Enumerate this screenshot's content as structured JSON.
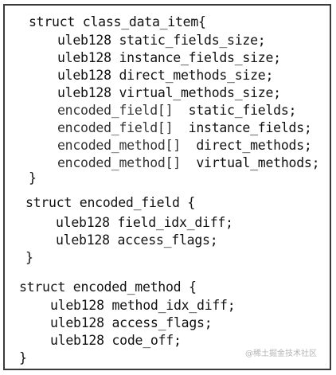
{
  "blocks": [
    {
      "header": "struct class_data_item{",
      "members": [
        {
          "type": "uleb128",
          "name": "static_fields_size;"
        },
        {
          "type": "uleb128",
          "name": "instance_fields_size;"
        },
        {
          "type": "uleb128",
          "name": "direct_methods_size;"
        },
        {
          "type": "uleb128",
          "name": "virtual_methods_size;"
        },
        {
          "type": "encoded_field[]",
          "name": "static_fields;"
        },
        {
          "type": "encoded_field[]",
          "name": "instance_fields;"
        },
        {
          "type": "encoded_method[]",
          "name": "direct_methods;"
        },
        {
          "type": "encoded_method[]",
          "name": "virtual_methods;"
        }
      ],
      "footer": "}"
    },
    {
      "header": "struct encoded_field {",
      "members": [
        {
          "type": "uleb128",
          "name": "field_idx_diff;"
        },
        {
          "type": "uleb128",
          "name": "access_flags;"
        }
      ],
      "footer": "}"
    },
    {
      "header": "struct encoded_method {",
      "members": [
        {
          "type": "uleb128",
          "name": "method_idx_diff;"
        },
        {
          "type": "uleb128",
          "name": "access_flags;"
        },
        {
          "type": "uleb128",
          "name": "code_off;"
        }
      ],
      "footer": "}"
    }
  ],
  "watermark": "@稀土掘金技术社区"
}
